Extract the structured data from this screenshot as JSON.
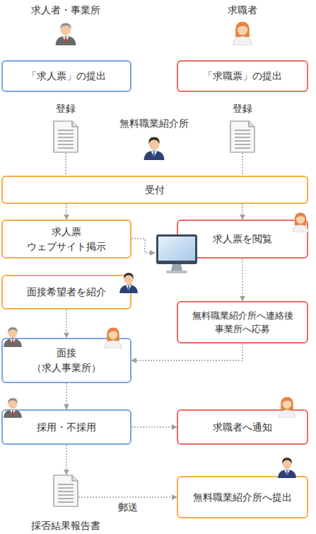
{
  "diagram": {
    "nodes": [
      {
        "text": [
          "「求人票」の提出"
        ]
      },
      {
        "text": [
          "「求職票」の提出"
        ]
      },
      {
        "text": [
          "登録"
        ]
      },
      {
        "text": [
          "登録"
        ]
      },
      {
        "text": [
          "受付"
        ]
      },
      {
        "text": [
          "求人票 ウェブサイト掲示"
        ]
      },
      {
        "text": [
          "求人票を閲覧"
        ]
      },
      {
        "text": [
          "面接希望者を紹介"
        ]
      },
      {
        "text": [
          "無料職業紹介所へ連絡後 事業所へ応募"
        ]
      },
      {
        "text": [
          "面接 （求人事業所）"
        ]
      },
      {
        "text": [
          "採用・不採用"
        ]
      },
      {
        "text": [
          "求職者へ通知"
        ]
      },
      {
        "text": [
          "採否結果報告書"
        ]
      },
      {
        "text": [
          "無料職業紹介所へ提出"
        ]
      }
    ],
    "edges": [
      {
        "from": 2,
        "to": 4,
        "arrow": "none"
      },
      {
        "from": 3,
        "to": 4,
        "arrow": "none"
      },
      {
        "from": 4,
        "to": 5,
        "arrow": "to"
      },
      {
        "from": 4,
        "to": 6,
        "arrow": "to"
      },
      {
        "from": 6,
        "to": 8,
        "arrow": "to"
      },
      {
        "from": 7,
        "to": 9,
        "arrow": "to"
      },
      {
        "from": 8,
        "to": 9,
        "arrow": "to"
      },
      {
        "from": 9,
        "to": 10,
        "arrow": "to"
      },
      {
        "from": 10,
        "to": 11,
        "arrow": "to"
      },
      {
        "from": 10,
        "to": 12,
        "arrow": "to"
      },
      {
        "from": 12,
        "to": 13,
        "label": "郵送",
        "arrow": "to"
      }
    ],
    "labels": [
      "求人者・事業所",
      "求職者",
      "無料職業紹介所"
    ]
  }
}
